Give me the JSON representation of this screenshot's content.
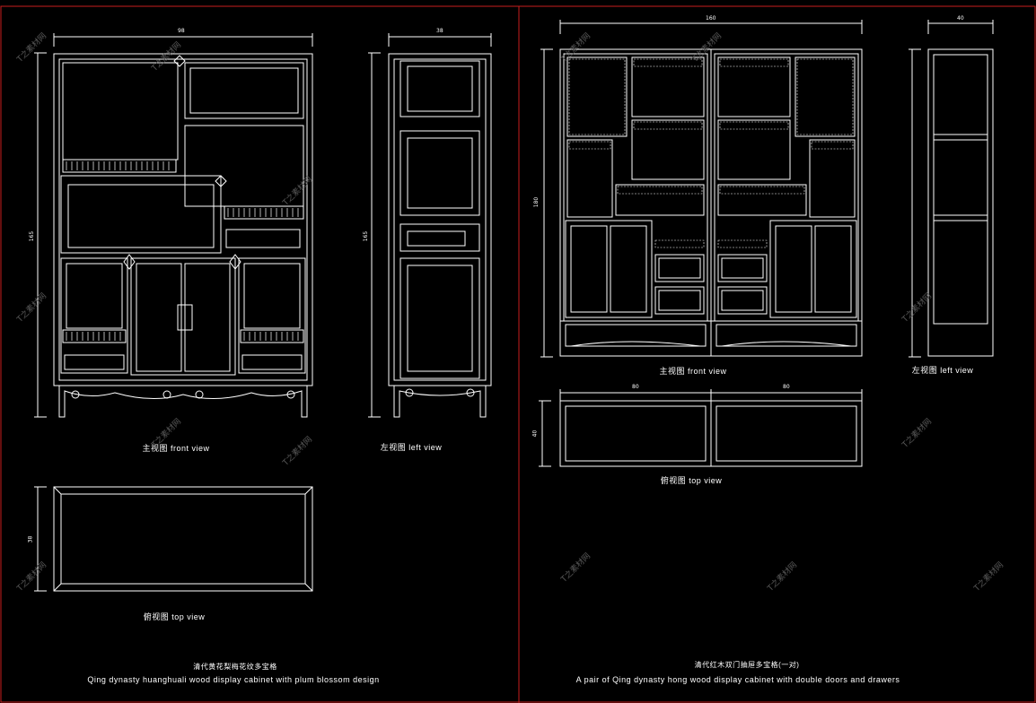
{
  "sheets": [
    {
      "id": "left",
      "front_label": "主视图  front view",
      "left_label": "左视图  left view",
      "top_label": "俯视图  top view",
      "title_cn": "清代黄花梨梅花纹多宝格",
      "title_en": "Qing dynasty huanghuali wood display cabinet with plum blossom design",
      "dims": {
        "front_w": "98",
        "front_h": "165",
        "side_w": "38",
        "side_h": "165",
        "top_d": "38"
      }
    },
    {
      "id": "right",
      "front_label": "主视图  front view",
      "left_label": "左视图  left view",
      "top_label": "俯视图  top view",
      "title_cn": "清代红木双门抽屉多宝格(一对)",
      "title_en": "A pair of Qing dynasty hong wood display cabinet with double doors and drawers",
      "dims": {
        "front_w": "160",
        "front_h": "180",
        "side_w": "40",
        "top_w1": "80",
        "top_w2": "80",
        "top_d": "40"
      }
    }
  ],
  "watermark": "T之素材网",
  "colors": {
    "background": "#000000",
    "line": "#ffffff",
    "border": "#c81e1e",
    "watermark": "#5a5a5a"
  }
}
